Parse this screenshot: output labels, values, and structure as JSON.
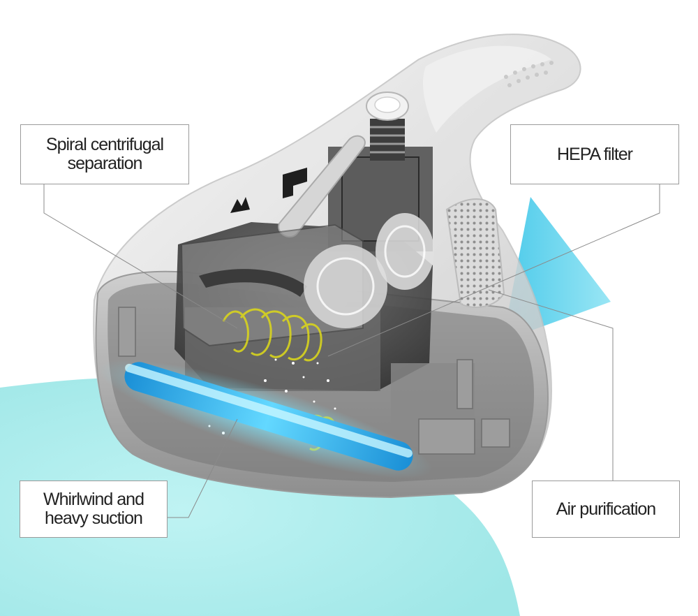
{
  "callouts": {
    "spiral": "Spiral centrifugal\nseparation",
    "hepa": "HEPA filter",
    "whirlwind": "Whirlwind and\nheavy suction",
    "air": "Air purification"
  },
  "colors": {
    "background": "#ffffff",
    "cyan_glow": "#a7ecec",
    "uv_tube": "#2bb3ee",
    "airflow_triangle": "#5fd0ea",
    "body_shell": "#e6e6e6",
    "dark_internals": "#3a3a3a",
    "swirl": "#d8d41e",
    "leader_line": "#8a8a8a"
  },
  "icons": [
    "vacuum-illustration",
    "power-button-icon",
    "airflow-arrow",
    "uv-lamp"
  ]
}
